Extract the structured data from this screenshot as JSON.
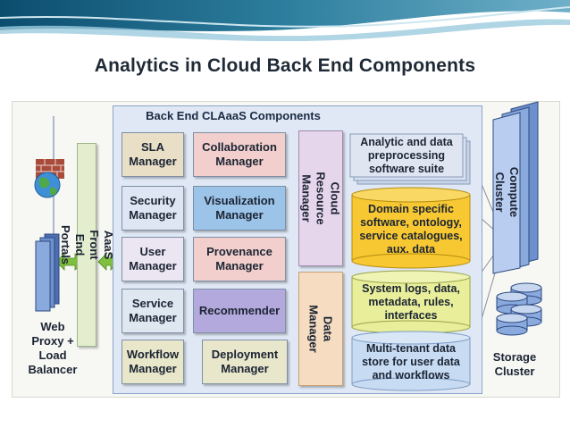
{
  "title": "Analytics in Cloud Back End Components",
  "panel_title": "Back End CLAaaS Components",
  "managers": [
    {
      "label": "SLA\nManager"
    },
    {
      "label": "Security\nManager"
    },
    {
      "label": "User\nManager"
    },
    {
      "label": "Service\nManager"
    },
    {
      "label": "Workflow\nManager"
    }
  ],
  "col2": [
    {
      "label": "Collaboration\nManager"
    },
    {
      "label": "Visualization\nManager"
    },
    {
      "label": "Provenance\nManager"
    },
    {
      "label": "Recommender"
    },
    {
      "label": "Deployment\nManager"
    }
  ],
  "cloud_resource_manager": "Cloud Resource\nManager",
  "data_manager": "Data\nManager",
  "front_end": "AaaS  Front End Portals",
  "right_boxes": [
    {
      "label": "Analytic and data\npreprocessing\nsoftware suite"
    },
    {
      "label": "Domain specific\nsoftware, ontology,\nservice catalogues,\naux. data"
    },
    {
      "label": "System logs, data,\nmetadata, rules,\ninterfaces"
    },
    {
      "label": "Multi-tenant data\nstore for user data\nand workflows"
    }
  ],
  "compute_cluster": "Compute Cluster",
  "storage_cluster": "Storage\nCluster",
  "web_proxy": "Web\nProxy +\nLoad\nBalancer",
  "colors": {
    "sla": "#e8dfc6",
    "security": "#dde6f2",
    "user": "#ece6f2",
    "service": "#dfe7f1",
    "workflow": "#e8e7c9",
    "collaboration": "#f2cfcc",
    "visualization": "#9cc3e8",
    "provenance": "#f2cfcc",
    "recommender": "#b3a9dc",
    "deployment": "#e9e7cb",
    "cloud_resource": "#e6d6ec",
    "data_manager": "#f6dcc0",
    "front_end": "#e4eecf",
    "domain": "#f7c832",
    "system_logs": "#e8ee9a",
    "multi_tenant": "#c7dbf2",
    "analytic": "#dfe6f2"
  }
}
